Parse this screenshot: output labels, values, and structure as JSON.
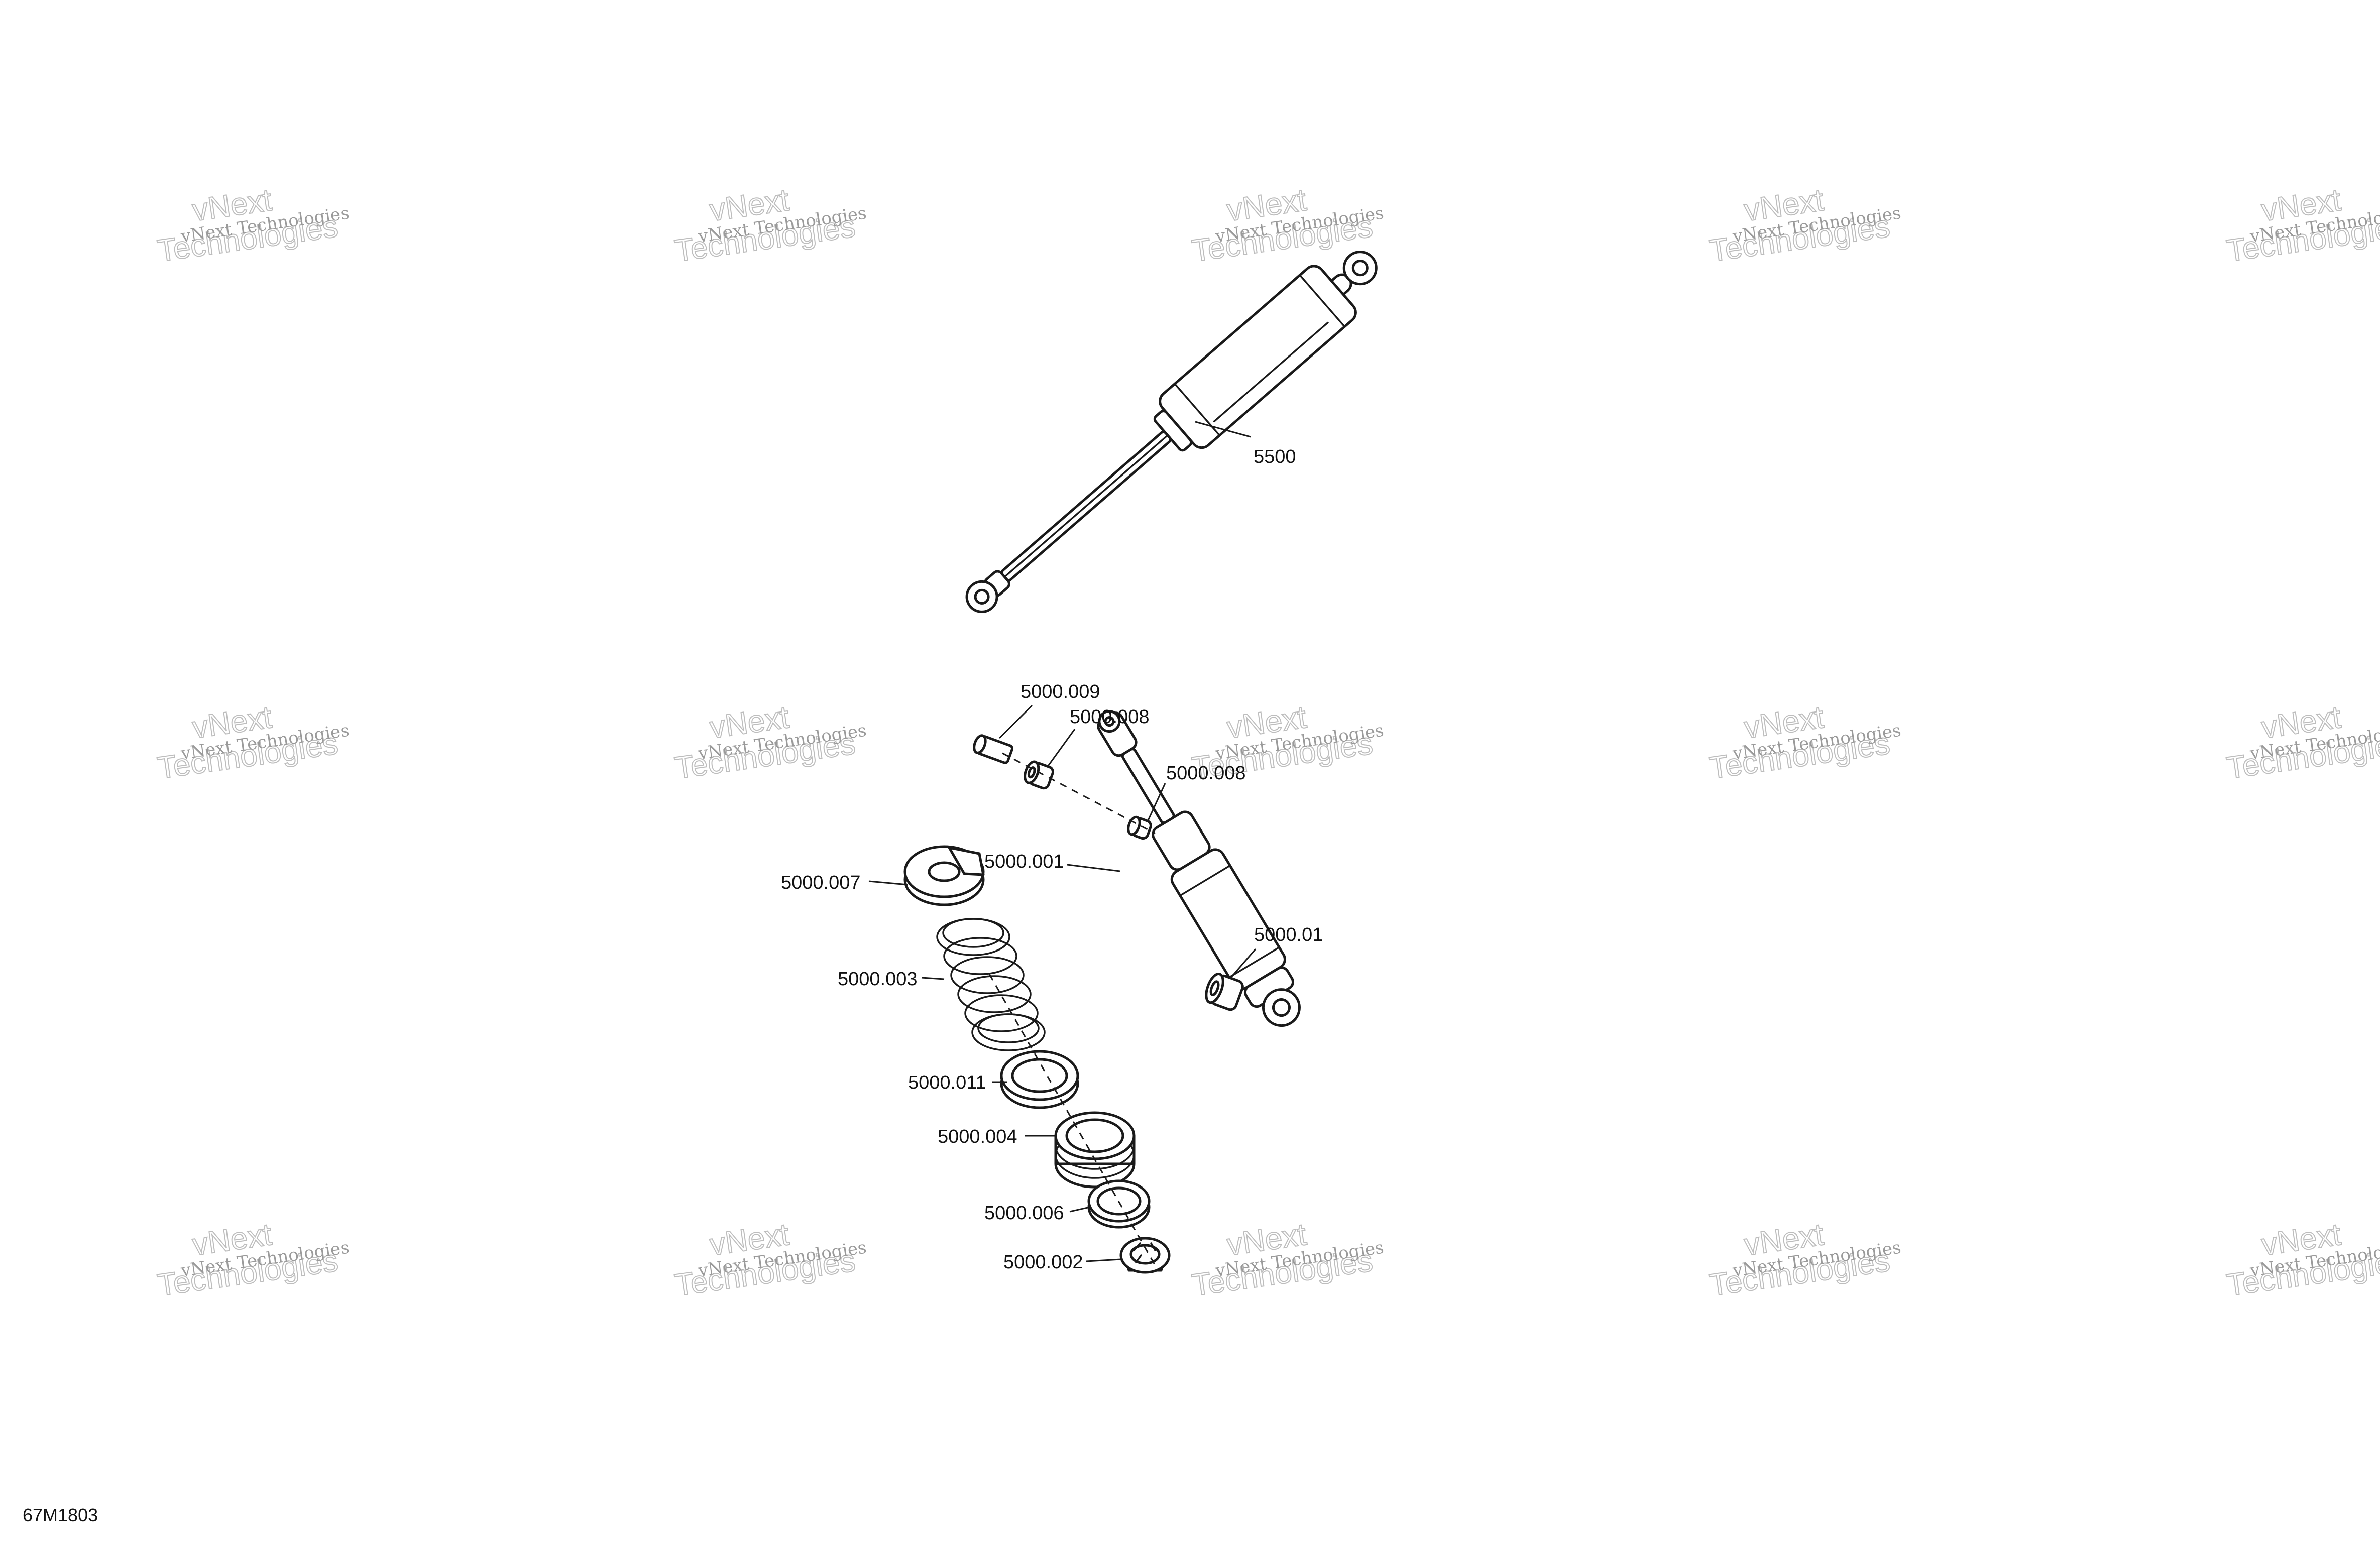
{
  "diagram": {
    "id_label": "67M1803",
    "watermark": {
      "line1": "vNext Technologies",
      "line2": "vNext",
      "line3": "Technologies"
    },
    "callouts": [
      {
        "key": "shock_5500",
        "text": "5500"
      },
      {
        "key": "pin_009",
        "text": "5000.009"
      },
      {
        "key": "bushing_008_top",
        "text": "5000.008"
      },
      {
        "key": "bushing_008_right",
        "text": "5000.008"
      },
      {
        "key": "shock_body_001",
        "text": "5000.001"
      },
      {
        "key": "spring_seat_007",
        "text": "5000.007"
      },
      {
        "key": "bushing_01",
        "text": "5000.01"
      },
      {
        "key": "spring_003",
        "text": "5000.003"
      },
      {
        "key": "ring_011",
        "text": "5000.011"
      },
      {
        "key": "adjuster_004",
        "text": "5000.004"
      },
      {
        "key": "ring_006",
        "text": "5000.006"
      },
      {
        "key": "nut_002",
        "text": "5000.002"
      }
    ]
  },
  "colors": {
    "ink": "#1a1a1a",
    "watermark": "#9a9a9a",
    "background": "#ffffff"
  }
}
